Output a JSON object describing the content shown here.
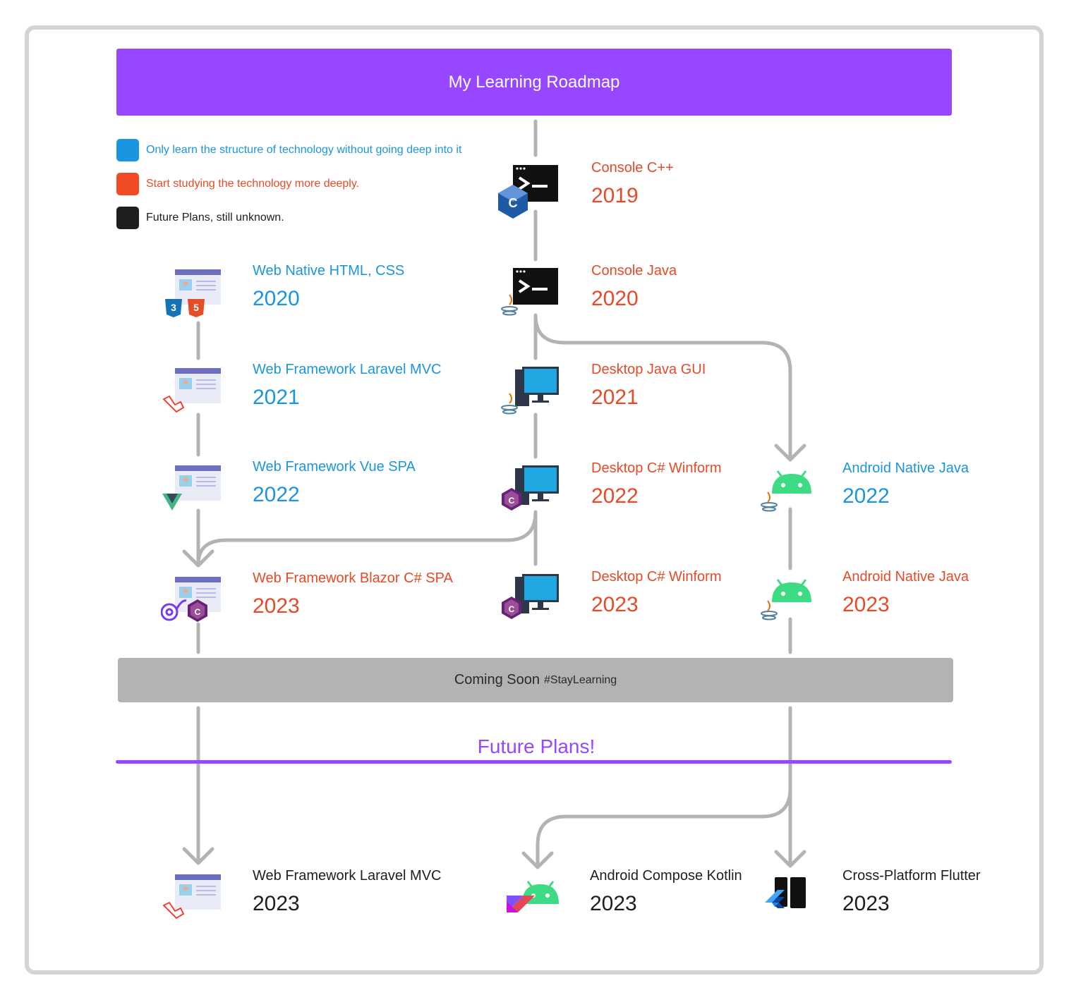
{
  "header": {
    "title": "My Learning Roadmap"
  },
  "legend": [
    {
      "label": "Only learn the structure of technology without going deep into it",
      "color": "#1b95e0"
    },
    {
      "label": "Start studying the technology more deeply.",
      "color": "#e84a27"
    },
    {
      "label": "Future Plans, still unknown.",
      "color": "#1e1e1e"
    }
  ],
  "nodes": {
    "console_cpp": {
      "title": "Console C++",
      "year": "2019"
    },
    "console_java": {
      "title": "Console Java",
      "year": "2020"
    },
    "desktop_java_gui": {
      "title": "Desktop Java GUI",
      "year": "2021"
    },
    "desktop_cs_2022": {
      "title": "Desktop C# Winform",
      "year": "2022"
    },
    "desktop_cs_2023": {
      "title": "Desktop C# Winform",
      "year": "2023"
    },
    "web_html_css": {
      "title": "Web Native HTML, CSS",
      "year": "2020"
    },
    "web_laravel_2021": {
      "title": "Web Framework Laravel MVC",
      "year": "2021"
    },
    "web_vue": {
      "title": "Web Framework Vue SPA",
      "year": "2022"
    },
    "web_blazor": {
      "title": "Web Framework Blazor C# SPA",
      "year": "2023"
    },
    "android_java_2022": {
      "title": "Android Native Java",
      "year": "2022"
    },
    "android_java_2023": {
      "title": "Android Native Java",
      "year": "2023"
    },
    "future_laravel": {
      "title": "Web Framework Laravel MVC",
      "year": "2023"
    },
    "future_compose": {
      "title": "Android Compose Kotlin",
      "year": "2023"
    },
    "future_flutter": {
      "title": "Cross-Platform Flutter",
      "year": "2023"
    }
  },
  "coming_soon": {
    "label": "Coming Soon",
    "hashtag": "#StayLearning"
  },
  "future": {
    "title": "Future Plans!"
  },
  "colors": {
    "accent": "#9747ff",
    "shallow": "#1b95e0",
    "deep": "#e84a27",
    "future": "#1e1e1e",
    "connector": "#b3b3b3"
  }
}
